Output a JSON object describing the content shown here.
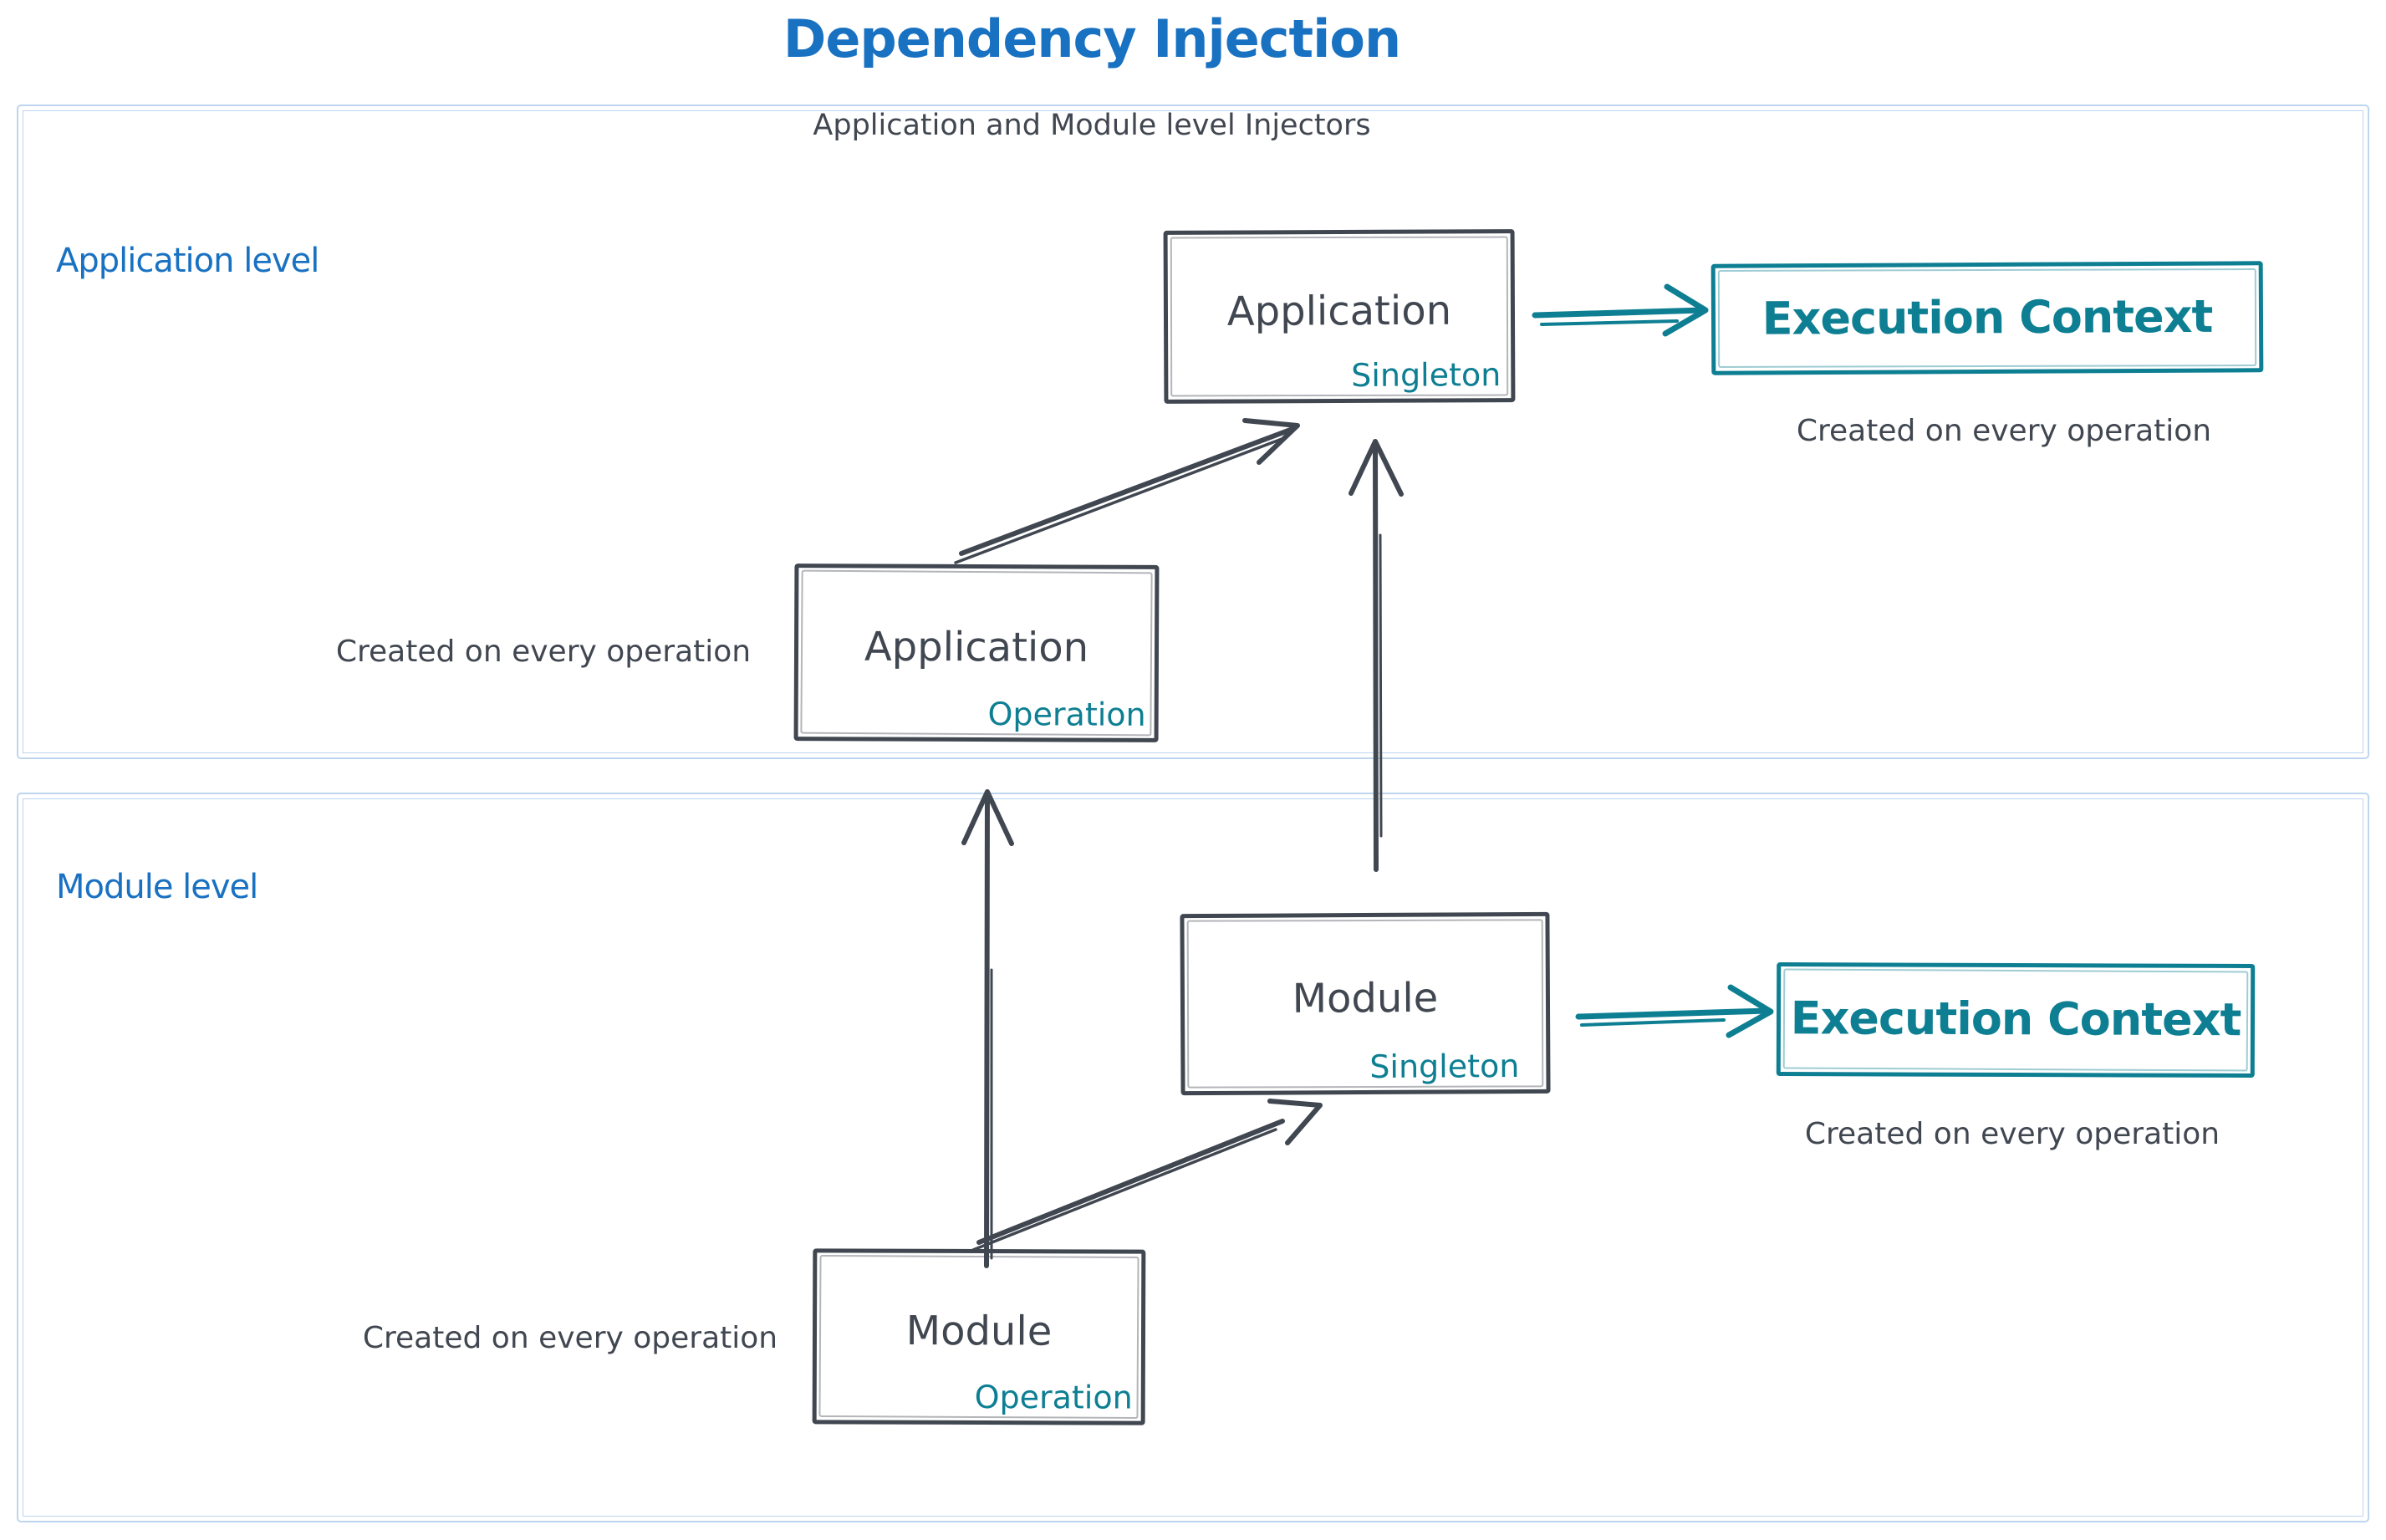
{
  "title": "Dependency Injection",
  "subtitle": "Application and Module level Injectors",
  "colors": {
    "blue": "#1971c2",
    "teal": "#0e7f93",
    "dark": "#414751",
    "container_border": "#bed5ef",
    "background": "#ffffff"
  },
  "application_level": {
    "label": "Application level",
    "singleton_box": {
      "title": "Application",
      "scope": "Singleton"
    },
    "operation_box": {
      "title": "Application",
      "scope": "Operation"
    },
    "execution_context": {
      "label": "Execution Context"
    },
    "execution_context_caption": "Created on every operation",
    "operation_caption": "Created on every operation"
  },
  "module_level": {
    "label": "Module level",
    "singleton_box": {
      "title": "Module",
      "scope": "Singleton"
    },
    "operation_box": {
      "title": "Module",
      "scope": "Operation"
    },
    "execution_context": {
      "label": "Execution Context"
    },
    "execution_context_caption": "Created on every operation",
    "operation_caption": "Created on every operation"
  }
}
